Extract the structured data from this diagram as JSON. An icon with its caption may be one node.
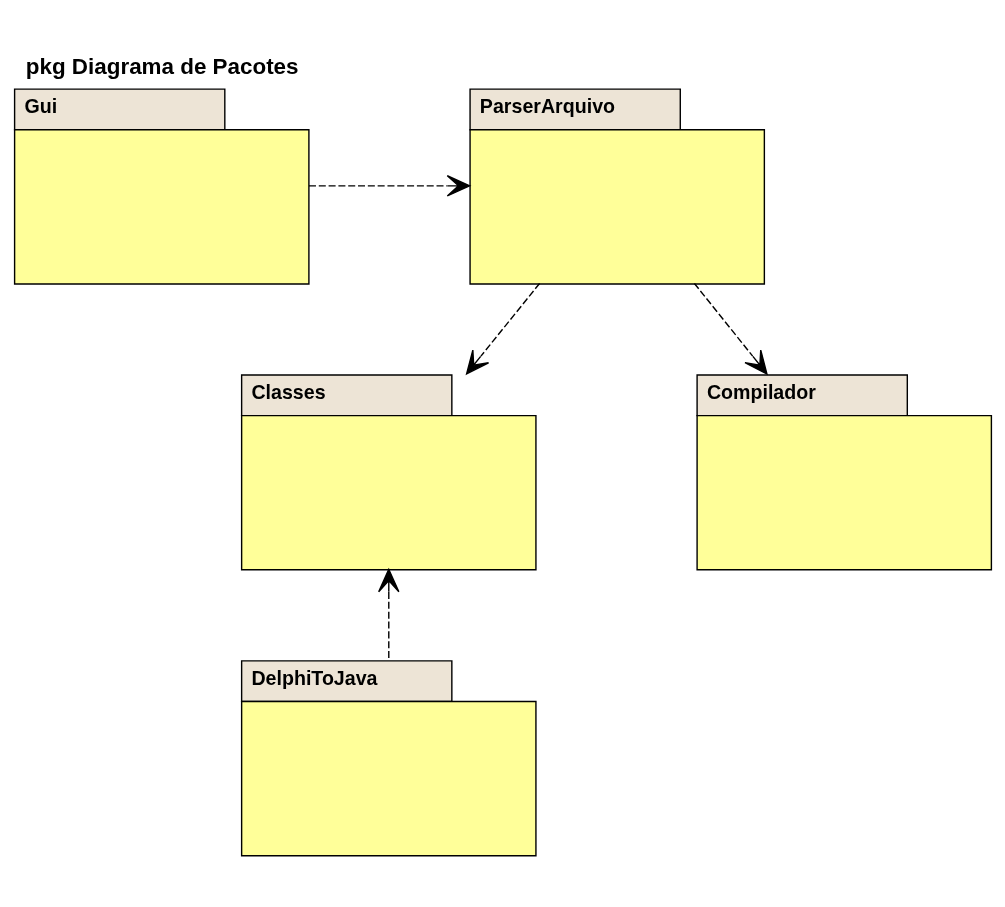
{
  "diagram": {
    "title": "pkg Diagrama de Pacotes",
    "nodes": [
      {
        "text": [
          "ParserArquivo"
        ]
      },
      {
        "text": [
          "Gui"
        ]
      },
      {
        "text": [
          "Classes"
        ]
      },
      {
        "text": [
          "Compilador"
        ]
      },
      {
        "text": [
          "DelphiToJava"
        ]
      }
    ],
    "edges": [
      {
        "from": 1,
        "to": 0,
        "arrow": "to",
        "style": "dashed"
      },
      {
        "from": 0,
        "to": 2,
        "arrow": "to",
        "style": "dashed"
      },
      {
        "from": 0,
        "to": 3,
        "arrow": "to",
        "style": "dashed"
      },
      {
        "from": 4,
        "to": 2,
        "arrow": "to",
        "style": "dashed"
      }
    ]
  }
}
